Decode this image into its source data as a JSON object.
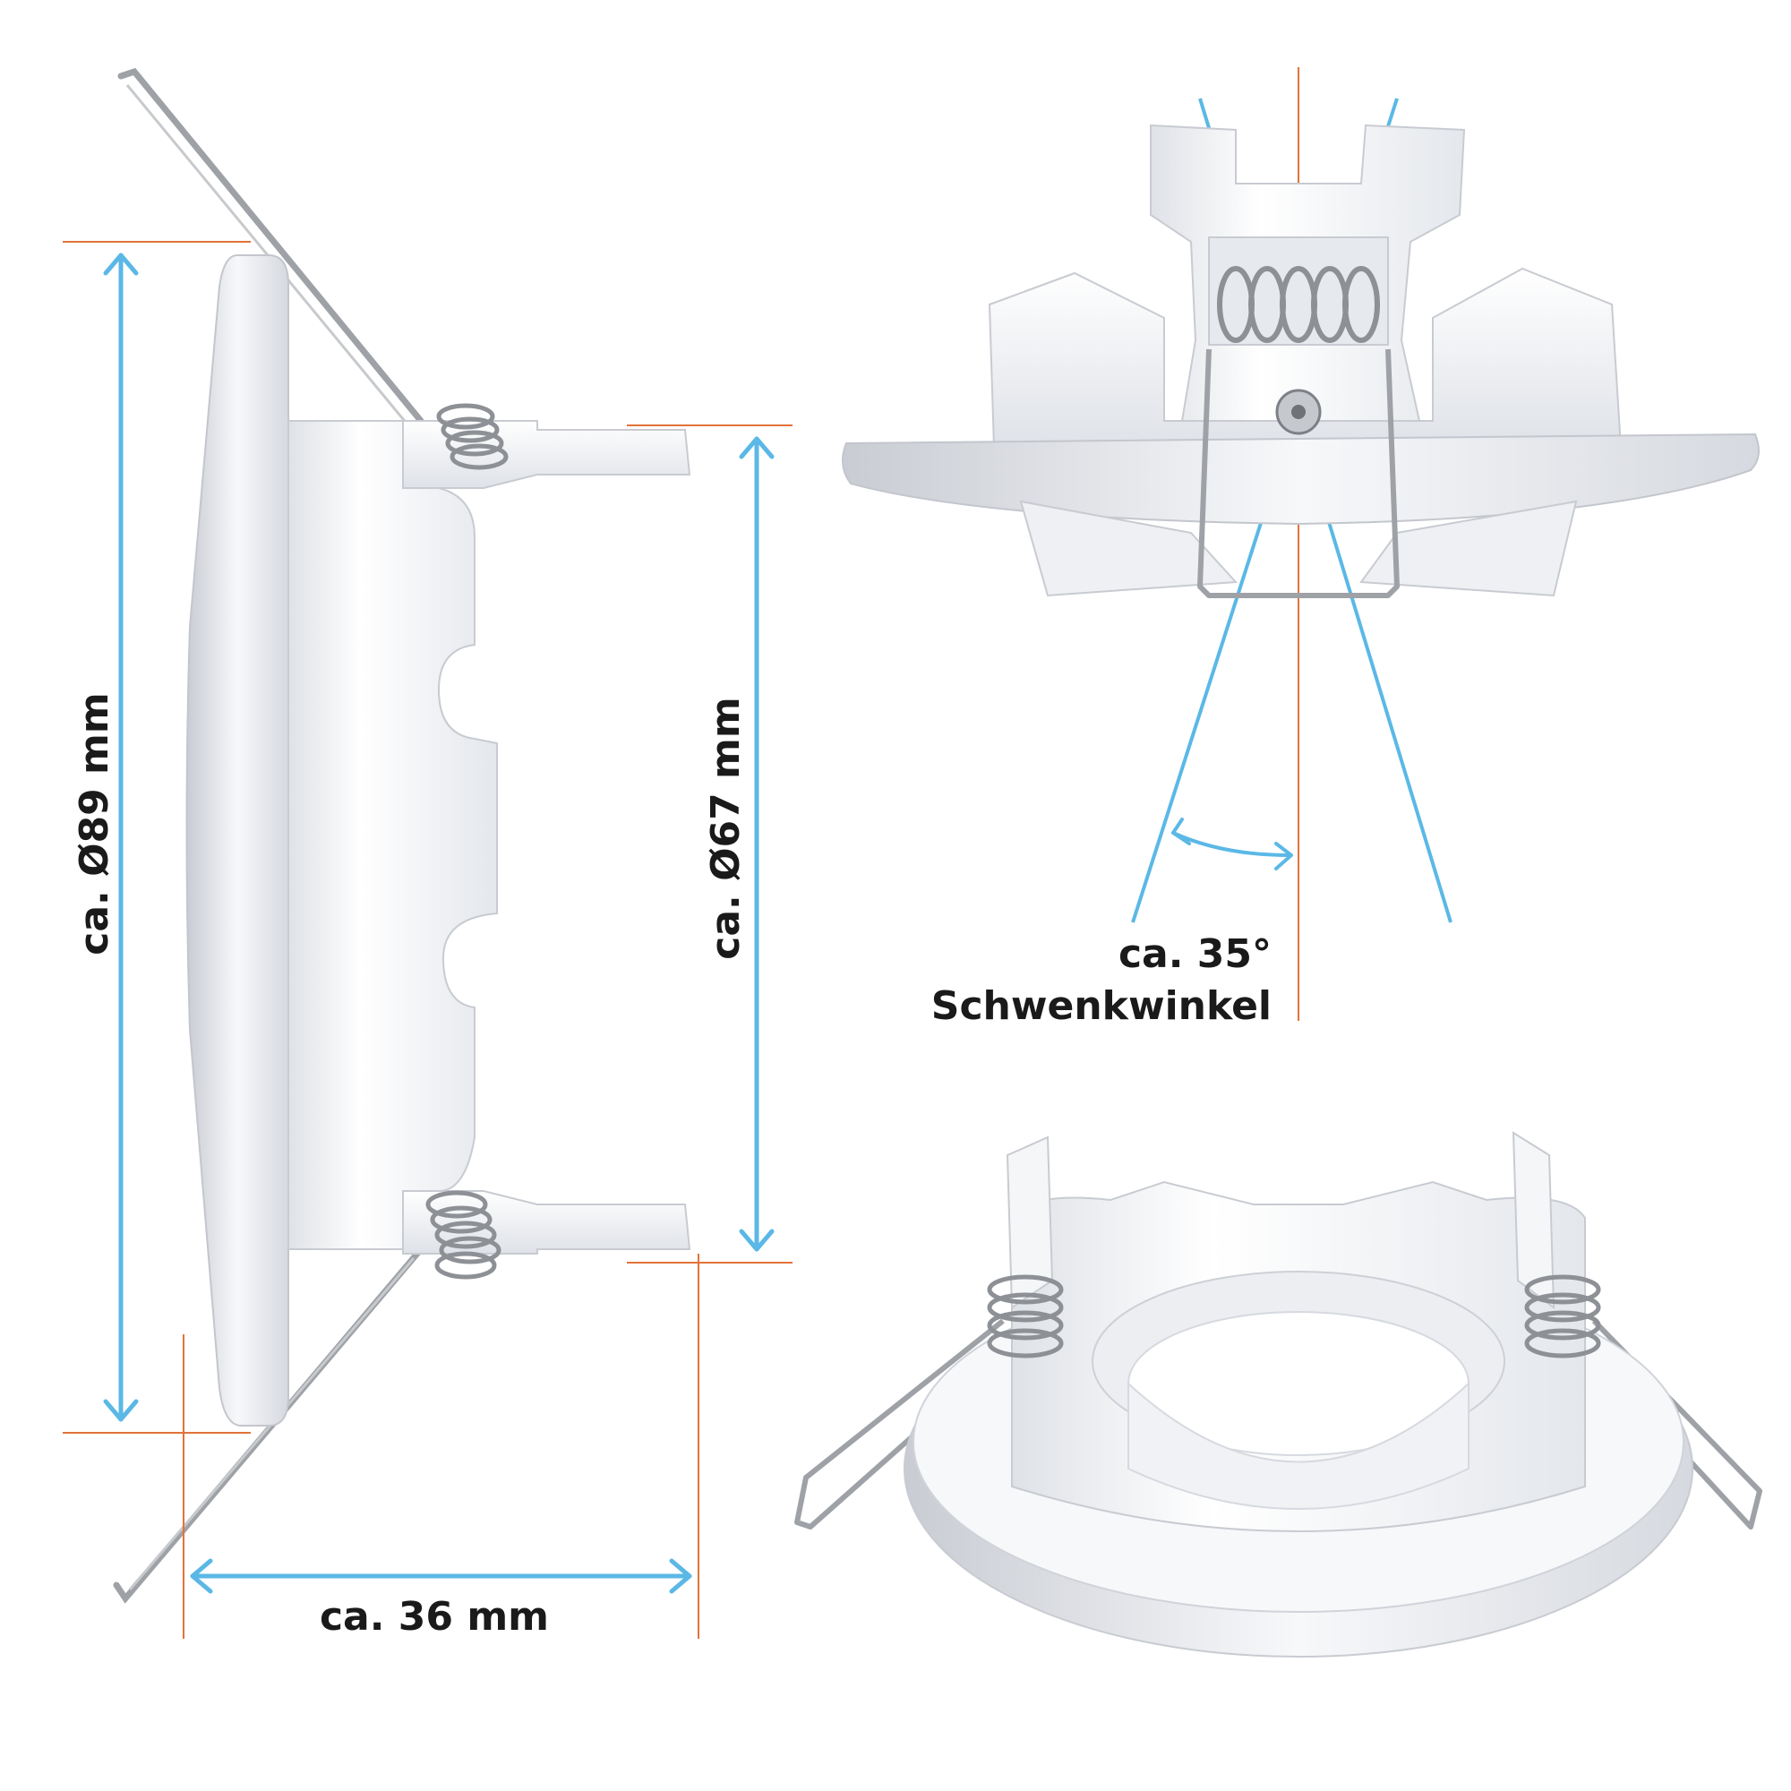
{
  "labels": {
    "outer_diameter": "ca. Ø89 mm",
    "inner_diameter": "ca. Ø67 mm",
    "depth": "ca. 36 mm",
    "angle_value": "ca. 35°",
    "angle_caption": "Schwenkwinkel"
  },
  "colors": {
    "background": "#ffffff",
    "dimension_arrow": "#5bb8e6",
    "extension_line": "#e2733a",
    "text": "#1a1a1a",
    "body_white": "#f4f5f7",
    "body_shadow": "#d9dce2",
    "spring_steel": "#a9acb0",
    "spring_steel_dark": "#6f7277"
  }
}
